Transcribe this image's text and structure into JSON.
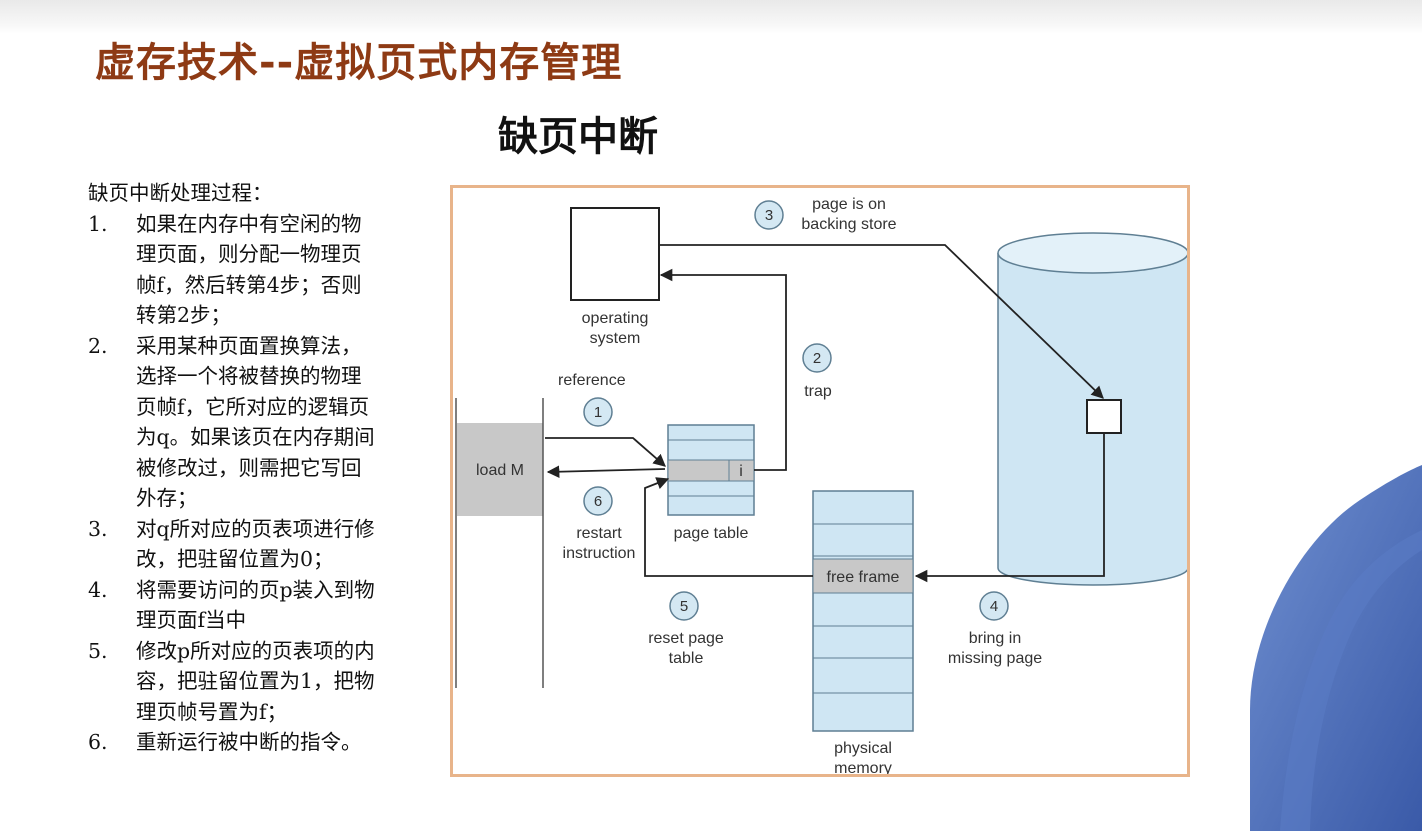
{
  "slide": {
    "title": "虚存技术--虚拟页式内存管理",
    "subtitle": "缺页中断"
  },
  "steps": {
    "heading": "缺页中断处理过程：",
    "items": [
      {
        "num": "1.",
        "lines": [
          "如果在内存中有空闲的物",
          "理页面，则分配一物理页",
          "帧f，然后转第4步；否则",
          "转第2步；"
        ]
      },
      {
        "num": "2.",
        "lines": [
          "采用某种页面置换算法，",
          "选择一个将被替换的物理",
          "页帧f，它所对应的逻辑页",
          "为q。如果该页在内存期间",
          "被修改过，则需把它写回",
          "外存；"
        ]
      },
      {
        "num": "3.",
        "lines": [
          "对q所对应的页表项进行修",
          "改，把驻留位置为0；"
        ]
      },
      {
        "num": "4.",
        "lines": [
          "将需要访问的页p装入到物",
          "理页面f当中"
        ]
      },
      {
        "num": "5.",
        "lines": [
          "修改p所对应的页表项的内",
          "容，把驻留位置为1，把物",
          "理页帧号置为f；"
        ]
      },
      {
        "num": "6.",
        "lines": [
          "重新运行被中断的指令。"
        ]
      }
    ]
  },
  "diagram": {
    "os_label": [
      "operating",
      "system"
    ],
    "load_label": "load M",
    "reference_label": "reference",
    "trap_label": "trap",
    "backing_label": [
      "page is on",
      "backing store"
    ],
    "page_table_label": "page table",
    "invalid_bit": "i",
    "restart_label": [
      "restart",
      "instruction"
    ],
    "free_frame_label": "free frame",
    "reset_label": [
      "reset page",
      "table"
    ],
    "bring_label": [
      "bring in",
      "missing page"
    ],
    "physical_label": [
      "physical",
      "memory"
    ],
    "steps": [
      "1",
      "2",
      "3",
      "4",
      "5",
      "6"
    ],
    "colors": {
      "box_fill": "#cfe6f3",
      "box_stroke": "#5f7f93",
      "gray_fill": "#c8c8c8",
      "circle_fill": "#d4e8f3",
      "frame_border": "#e8b48a"
    }
  }
}
